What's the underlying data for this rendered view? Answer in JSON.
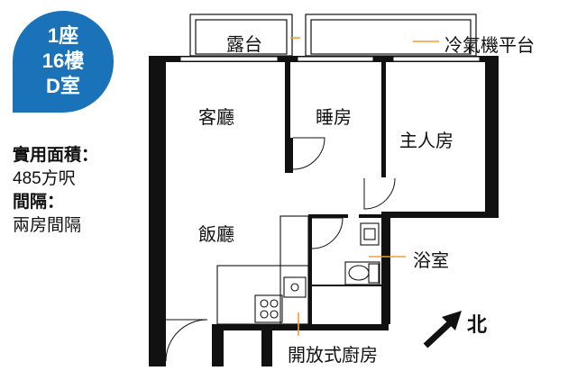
{
  "badge": {
    "line1": "1座",
    "line2": "16樓",
    "line3": "D室",
    "color": "#1a72b8"
  },
  "info": {
    "area_label": "實用面積：",
    "area_value": "485方呎",
    "layout_label": "間隔：",
    "layout_value": "兩房間隔"
  },
  "rooms": {
    "balcony": "露台",
    "ac_platform": "冷氣機平台",
    "living": "客廳",
    "bedroom": "睡房",
    "master_bedroom": "主人房",
    "dining": "飯廳",
    "bathroom": "浴室",
    "kitchen": "開放式廚房"
  },
  "compass": {
    "label": "北"
  },
  "colors": {
    "wall": "#111111",
    "leader": "#f0a030"
  }
}
